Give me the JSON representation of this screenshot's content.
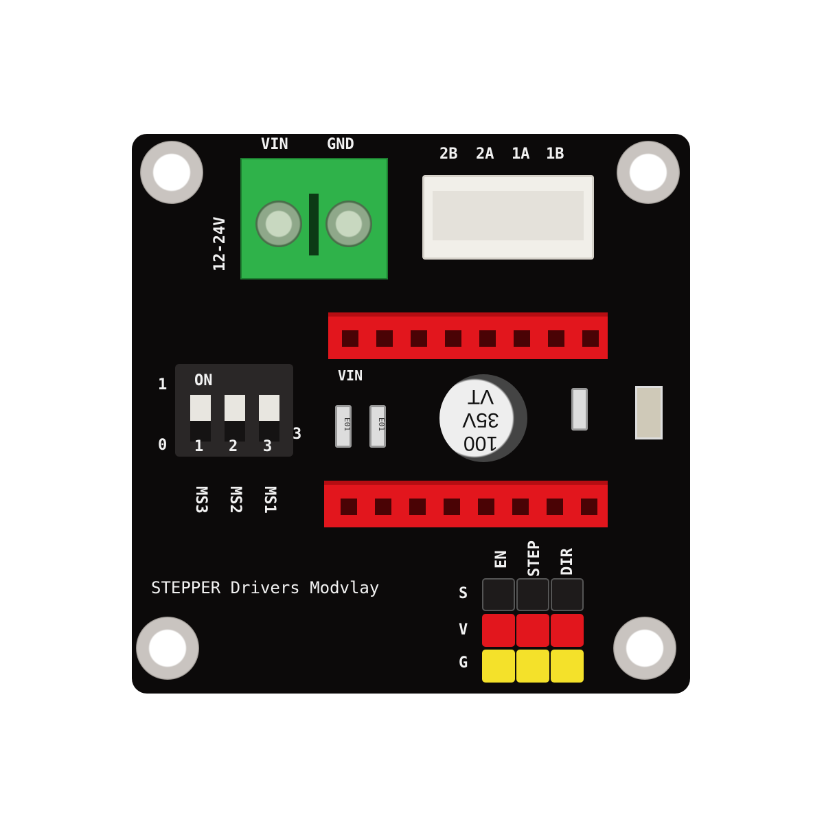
{
  "board": {
    "power_terminal": {
      "labels": [
        "VIN",
        "GND"
      ],
      "voltage": "12-24V"
    },
    "motor_connector": {
      "labels": [
        "2B",
        "2A",
        "1A",
        "1B"
      ]
    },
    "header_label": "VIN",
    "dip_switch": {
      "on_label": "ON",
      "state_1": "1",
      "state_0": "0",
      "numbers": [
        "1",
        "2",
        "3"
      ],
      "side_number": "3",
      "ms_labels": [
        "MS3",
        "MS2",
        "MS1"
      ]
    },
    "capacitor": {
      "lines": [
        "100",
        "35V",
        "VT"
      ]
    },
    "resistor_code": "E01",
    "title": "STEPPER Drivers Modvlay",
    "signal_header": {
      "columns": [
        "EN",
        "STEP",
        "DIR"
      ],
      "rows": [
        "S",
        "V",
        "G"
      ]
    },
    "colors": {
      "pcb": "#0c0a0a",
      "terminal": "#2fb24a",
      "header": "#e2161d",
      "row_s": "#141212",
      "row_v": "#e2161d",
      "row_g": "#f4e12a"
    }
  }
}
